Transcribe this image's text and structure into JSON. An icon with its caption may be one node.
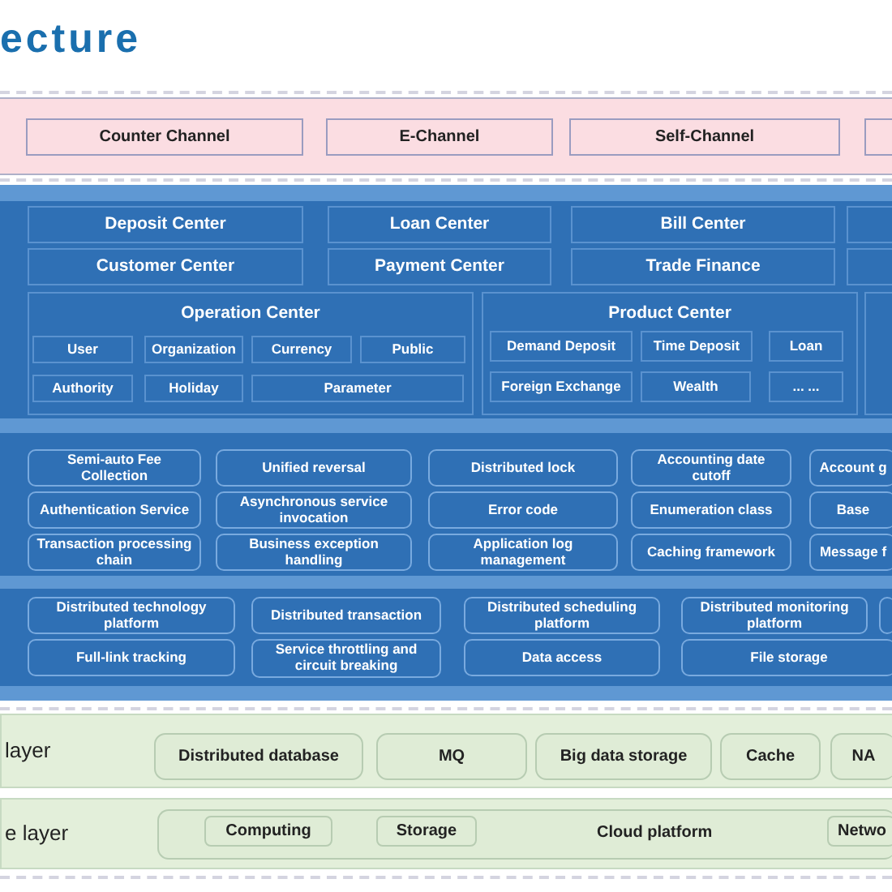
{
  "diagram": {
    "title": "ecture",
    "nodes": [
      {
        "text": [],
        "shape": "band"
      },
      {
        "text": [
          "Counter Channel"
        ],
        "in": 0
      },
      {
        "text": [
          "E-Channel"
        ],
        "in": 0
      },
      {
        "text": [
          "Self-Channel"
        ],
        "in": 0
      },
      {
        "text": [],
        "shape": "box",
        "in": 0
      },
      {
        "text": [],
        "shape": "band"
      },
      {
        "text": [
          "Deposit Center"
        ],
        "in": 5
      },
      {
        "text": [
          "Loan Center"
        ],
        "in": 5
      },
      {
        "text": [
          "Bill Center"
        ],
        "in": 5
      },
      {
        "text": [],
        "shape": "box",
        "in": 5
      },
      {
        "text": [
          "Customer Center"
        ],
        "in": 5
      },
      {
        "text": [
          "Payment Center"
        ],
        "in": 5
      },
      {
        "text": [
          "Trade Finance"
        ],
        "in": 5
      },
      {
        "text": [],
        "shape": "box",
        "in": 5
      },
      {
        "text": [
          "Operation Center"
        ],
        "in": 5
      },
      {
        "text": [
          "User"
        ],
        "in": 14
      },
      {
        "text": [
          "Organization"
        ],
        "in": 14
      },
      {
        "text": [
          "Currency"
        ],
        "in": 14
      },
      {
        "text": [
          "Public"
        ],
        "in": 14
      },
      {
        "text": [
          "Authority"
        ],
        "in": 14
      },
      {
        "text": [
          "Holiday"
        ],
        "in": 14
      },
      {
        "text": [
          "Parameter"
        ],
        "in": 14
      },
      {
        "text": [
          "Product Center"
        ],
        "in": 5
      },
      {
        "text": [
          "Demand Deposit"
        ],
        "in": 22
      },
      {
        "text": [
          "Time Deposit"
        ],
        "in": 22
      },
      {
        "text": [
          "Loan"
        ],
        "in": 22
      },
      {
        "text": [
          "Foreign Exchange"
        ],
        "in": 22
      },
      {
        "text": [
          "Wealth"
        ],
        "in": 22
      },
      {
        "text": [
          "... ..."
        ],
        "in": 22
      },
      {
        "text": [],
        "shape": "box",
        "in": 5
      },
      {
        "text": [
          "Semi-auto Fee Collection"
        ],
        "in": 5
      },
      {
        "text": [
          "Unified reversal"
        ],
        "in": 5
      },
      {
        "text": [
          "Distributed lock"
        ],
        "in": 5
      },
      {
        "text": [
          "Accounting date cutoff"
        ],
        "in": 5
      },
      {
        "text": [
          "Account g"
        ],
        "in": 5
      },
      {
        "text": [
          "Authentication Service"
        ],
        "in": 5
      },
      {
        "text": [
          "Asynchronous service invocation"
        ],
        "in": 5
      },
      {
        "text": [
          "Error code"
        ],
        "in": 5
      },
      {
        "text": [
          "Enumeration class"
        ],
        "in": 5
      },
      {
        "text": [
          "Base"
        ],
        "in": 5
      },
      {
        "text": [
          "Transaction processing chain"
        ],
        "in": 5
      },
      {
        "text": [
          "Business exception handling"
        ],
        "in": 5
      },
      {
        "text": [
          "Application log management"
        ],
        "in": 5
      },
      {
        "text": [
          "Caching framework"
        ],
        "in": 5
      },
      {
        "text": [
          "Message f"
        ],
        "in": 5
      },
      {
        "text": [
          "Distributed technology platform"
        ],
        "in": 5
      },
      {
        "text": [
          "Distributed transaction"
        ],
        "in": 5
      },
      {
        "text": [
          "Distributed scheduling platform"
        ],
        "in": 5
      },
      {
        "text": [
          "Distributed monitoring platform"
        ],
        "in": 5
      },
      {
        "text": [],
        "shape": "box",
        "in": 5
      },
      {
        "text": [
          "Full-link tracking"
        ],
        "in": 5
      },
      {
        "text": [
          "Service throttling and circuit breaking"
        ],
        "in": 5
      },
      {
        "text": [
          "Data access"
        ],
        "in": 5
      },
      {
        "text": [
          "File storage"
        ],
        "in": 5
      },
      {
        "text": [
          "layer"
        ]
      },
      {
        "text": [
          "Distributed database"
        ],
        "in": 54
      },
      {
        "text": [
          "MQ"
        ],
        "in": 54
      },
      {
        "text": [
          "Big data storage"
        ],
        "in": 54
      },
      {
        "text": [
          "Cache"
        ],
        "in": 54
      },
      {
        "text": [
          "NA"
        ],
        "in": 54
      },
      {
        "text": [
          "e layer"
        ]
      },
      {
        "text": [
          "Cloud platform"
        ],
        "in": 60
      },
      {
        "text": [
          "Computing"
        ],
        "in": 61
      },
      {
        "text": [
          "Storage"
        ],
        "in": 61
      },
      {
        "text": [
          "Netwo"
        ],
        "in": 61
      }
    ]
  }
}
